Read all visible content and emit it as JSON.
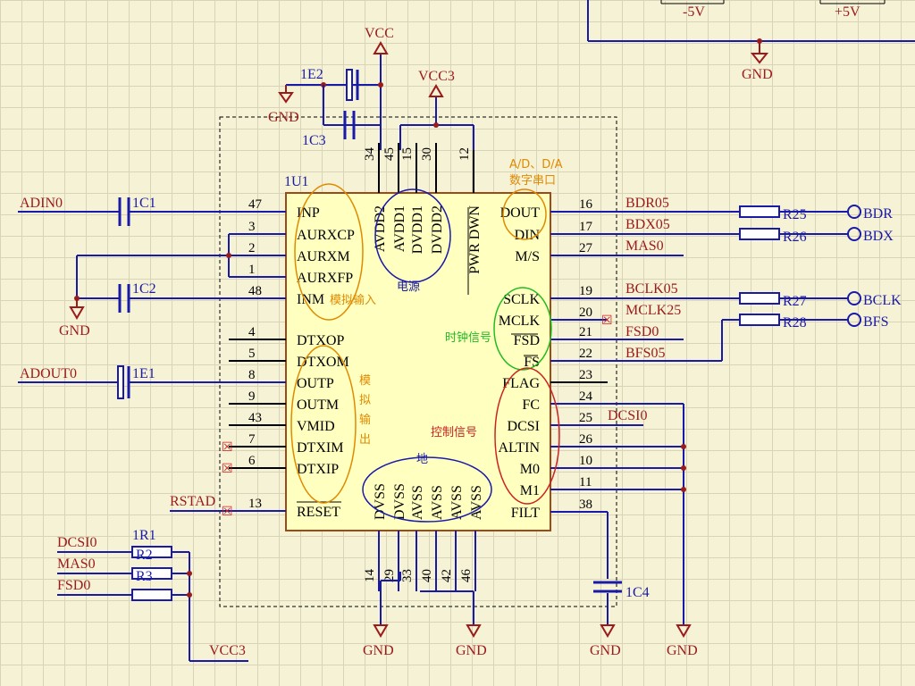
{
  "chip": {
    "designator": "1U1",
    "left_pins": [
      {
        "num": "47",
        "name": "INP"
      },
      {
        "num": "3",
        "name": "AURXCP"
      },
      {
        "num": "2",
        "name": "AURXM"
      },
      {
        "num": "1",
        "name": "AURXFP"
      },
      {
        "num": "48",
        "name": "INM"
      },
      {
        "num": "4",
        "name": "DTXOP"
      },
      {
        "num": "5",
        "name": "DTXOM"
      },
      {
        "num": "8",
        "name": "OUTP"
      },
      {
        "num": "9",
        "name": "OUTM"
      },
      {
        "num": "43",
        "name": "VMID"
      },
      {
        "num": "7",
        "name": "DTXIM"
      },
      {
        "num": "6",
        "name": "DTXIP"
      },
      {
        "num": "13",
        "name": "RESET"
      }
    ],
    "right_pins": [
      {
        "num": "16",
        "name": "DOUT"
      },
      {
        "num": "17",
        "name": "DIN"
      },
      {
        "num": "27",
        "name": "M/S"
      },
      {
        "num": "19",
        "name": "SCLK"
      },
      {
        "num": "20",
        "name": "MCLK"
      },
      {
        "num": "21",
        "name": "FSD"
      },
      {
        "num": "22",
        "name": "FS"
      },
      {
        "num": "23",
        "name": "FLAG"
      },
      {
        "num": "24",
        "name": "FC"
      },
      {
        "num": "25",
        "name": "DCSI"
      },
      {
        "num": "26",
        "name": "ALTIN"
      },
      {
        "num": "10",
        "name": "M0"
      },
      {
        "num": "11",
        "name": "M1"
      },
      {
        "num": "38",
        "name": "FILT"
      }
    ],
    "top_pins": [
      {
        "num": "34",
        "name": "AVDD2"
      },
      {
        "num": "45",
        "name": "AVDD1"
      },
      {
        "num": "15",
        "name": "DVDD1"
      },
      {
        "num": "30",
        "name": "DVDD2"
      },
      {
        "num": "12",
        "name": "PWR DWN"
      }
    ],
    "bottom_pins": [
      {
        "num": "14",
        "name": "DVSS"
      },
      {
        "num": "29",
        "name": "DVSS"
      },
      {
        "num": "33",
        "name": "AVSS"
      },
      {
        "num": "40",
        "name": "AVSS"
      },
      {
        "num": "42",
        "name": "AVSS"
      },
      {
        "num": "46",
        "name": "AVSS"
      }
    ]
  },
  "nets": {
    "adin0": "ADIN0",
    "adout0": "ADOUT0",
    "rstad": "RSTAD",
    "bdr05": "BDR05",
    "bdx05": "BDX05",
    "mas0_right": "MAS0",
    "bclk05": "BCLK05",
    "mclk25": "MCLK25",
    "fsd0_right": "FSD0",
    "bfs05": "BFS05",
    "dcsi0_right": "DCSI0",
    "dcsi0_left": "DCSI0",
    "mas0_left": "MAS0",
    "fsd0_left": "FSD0"
  },
  "power": {
    "vcc": "VCC",
    "vcc3_top": "VCC3",
    "vcc3_bottom": "VCC3",
    "gnd": "GND",
    "minus5v": "-5V",
    "plus5v": "+5V"
  },
  "components": {
    "c1c1": "1C1",
    "c1c2": "1C2",
    "c1e1": "1E1",
    "c1e2": "1E2",
    "c1c3": "1C3",
    "c1c4": "1C4",
    "r1r1": "1R1",
    "r2": "R2",
    "r3": "R3",
    "r25": "R25",
    "r26": "R26",
    "r27": "R27",
    "r28": "R28"
  },
  "connectors": {
    "bdr": "BDR",
    "bdx": "BDX",
    "bclk": "BCLK",
    "bfs": "BFS"
  },
  "annotations": {
    "serial_port_line1": "A/D、D/A",
    "serial_port_line2": "数字串口",
    "power_group": "电源",
    "analog_input": "模拟输入",
    "clock_signal": "时钟信号",
    "analog_output_chars": [
      "模",
      "拟",
      "输",
      "出"
    ],
    "control_signal": "控制信号",
    "ground_group": "地"
  },
  "colors": {
    "wire": "#1a1aa8",
    "power": "#9b1a1a",
    "chip_fill": "#ffffc0",
    "chip_border": "#9b4a1a",
    "annot_orange": "#e08a00",
    "annot_blue": "#1a1aa8",
    "annot_green": "#22bb22",
    "annot_red": "#cc2222"
  }
}
